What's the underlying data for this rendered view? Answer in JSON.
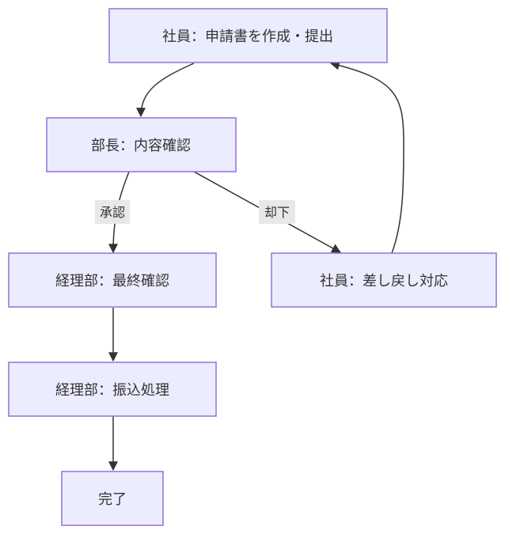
{
  "diagram": {
    "type": "flowchart",
    "colors": {
      "node_fill": "#ECECFF",
      "node_border": "#9370DB",
      "edge": "#333333",
      "edge_label_bg": "#e8e8e8",
      "text": "#333333"
    },
    "nodes": {
      "submit": "社員：申請書を作成・提出",
      "manager_review": "部長：内容確認",
      "accounting_confirm": "経理部：最終確認",
      "employee_rework": "社員：差し戻し対応",
      "accounting_payment": "経理部：振込処理",
      "done": "完了"
    },
    "edges": [
      {
        "from": "submit",
        "to": "manager_review",
        "label": ""
      },
      {
        "from": "manager_review",
        "to": "accounting_confirm",
        "label": "承認"
      },
      {
        "from": "manager_review",
        "to": "employee_rework",
        "label": "却下"
      },
      {
        "from": "employee_rework",
        "to": "submit",
        "label": ""
      },
      {
        "from": "accounting_confirm",
        "to": "accounting_payment",
        "label": ""
      },
      {
        "from": "accounting_payment",
        "to": "done",
        "label": ""
      }
    ]
  }
}
